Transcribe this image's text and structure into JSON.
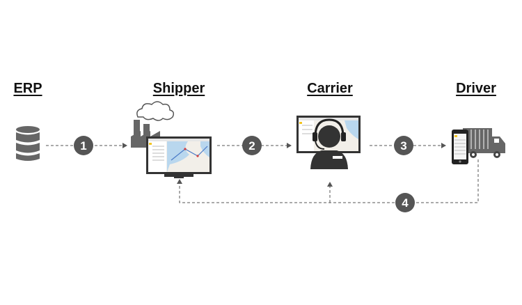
{
  "nodes": [
    {
      "id": "erp",
      "label": "ERP",
      "icon": "database-icon"
    },
    {
      "id": "shipper",
      "label": "Shipper",
      "icon": "factory-monitor-icon"
    },
    {
      "id": "carrier",
      "label": "Carrier",
      "icon": "headset-operator-monitor-icon"
    },
    {
      "id": "driver",
      "label": "Driver",
      "icon": "truck-phone-icon"
    }
  ],
  "steps": [
    {
      "number": "1",
      "from": "ERP",
      "to": "Shipper"
    },
    {
      "number": "2",
      "from": "Shipper",
      "to": "Carrier"
    },
    {
      "number": "3",
      "from": "Carrier",
      "to": "Driver"
    },
    {
      "number": "4",
      "from": "Driver",
      "to": "Shipper, Carrier"
    }
  ],
  "colors": {
    "icon": "#666666",
    "badge": "#555555",
    "line": "#555555",
    "map_water": "#b9d7ee",
    "map_land": "#f2efe9",
    "accent": "#f3c623"
  }
}
